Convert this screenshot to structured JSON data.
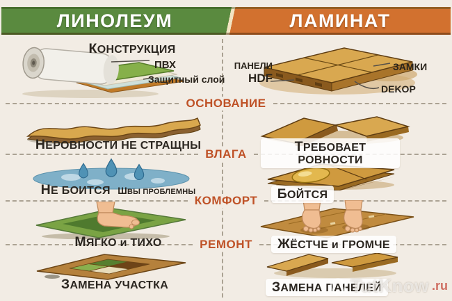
{
  "header": {
    "left_title": "ЛИНОЛЕУМ",
    "right_title": "ЛАМИНАТ",
    "left_color": "#5a8a3f",
    "right_color": "#d2712f"
  },
  "construction": {
    "title": "КОНСТРУКЦИЯ",
    "linoleum_labels": {
      "pvc": "ПВХ",
      "protective_layer": "Защитный слой"
    },
    "laminate_labels": {
      "panels_line1": "ПАНЕЛИ",
      "panels_line2": "HDF",
      "locks": "ЗАМКИ",
      "decor": "DEKOP"
    }
  },
  "sections": [
    {
      "divider": "ОСНОВАНИЕ",
      "linoleum": "НЕРОВНОСТИ НЕ СТРАЩНЫ",
      "laminate": "ТРЕБОВАЕТ РОВНОСТИ"
    },
    {
      "divider": "ВЛАГА",
      "linoleum": "НЕ БОИТСЯ",
      "linoleum_note": "ШВЫ ПРОБЛЕМНЫ",
      "laminate": "БОЙТСЯ"
    },
    {
      "divider": "КОМФОРТ",
      "linoleum": "МЯГКО и ТИХО",
      "laminate": "ЖЁСТЧЕ и ГРОМЧЕ"
    },
    {
      "divider": "РЕМОНТ",
      "linoleum": "ЗАМЕНА УЧАСТКА",
      "laminate": "ЗАМЕНА ПАНЕЛЕЙ"
    }
  ],
  "watermark": {
    "brand": "TutKnow",
    "tld": ".ru"
  },
  "colors": {
    "background": "#f2ece4",
    "divider_text": "#bf5227",
    "caption_text": "#2b2620",
    "dash": "#aba293",
    "watermark_red": "#c0392b"
  }
}
